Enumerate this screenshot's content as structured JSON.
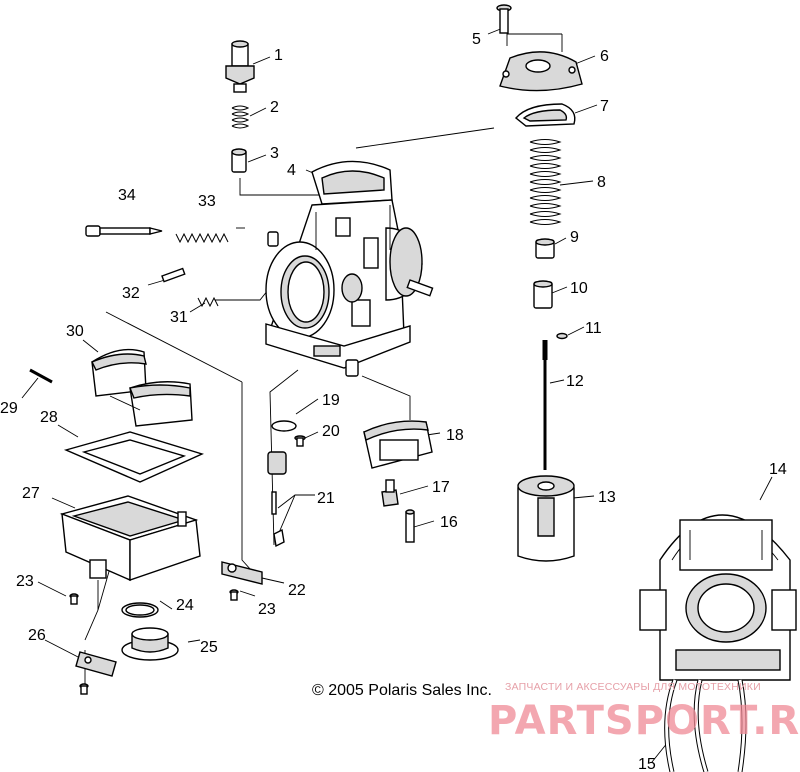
{
  "diagram": {
    "callouts": [
      "1",
      "2",
      "3",
      "4",
      "5",
      "6",
      "7",
      "8",
      "9",
      "10",
      "11",
      "12",
      "13",
      "14",
      "15",
      "16",
      "17",
      "18",
      "19",
      "20",
      "21",
      "22",
      "23",
      "23",
      "24",
      "25",
      "26",
      "27",
      "28",
      "29",
      "30",
      "31",
      "32",
      "33",
      "34"
    ],
    "copyright": "© 2005 Polaris Sales Inc.",
    "watermark": {
      "small": "ЗАПЧАСТИ И АКСЕССУАРЫ ДЛЯ МОТОТЕХНИКИ",
      "large": "PARTSPORT.RU"
    }
  }
}
